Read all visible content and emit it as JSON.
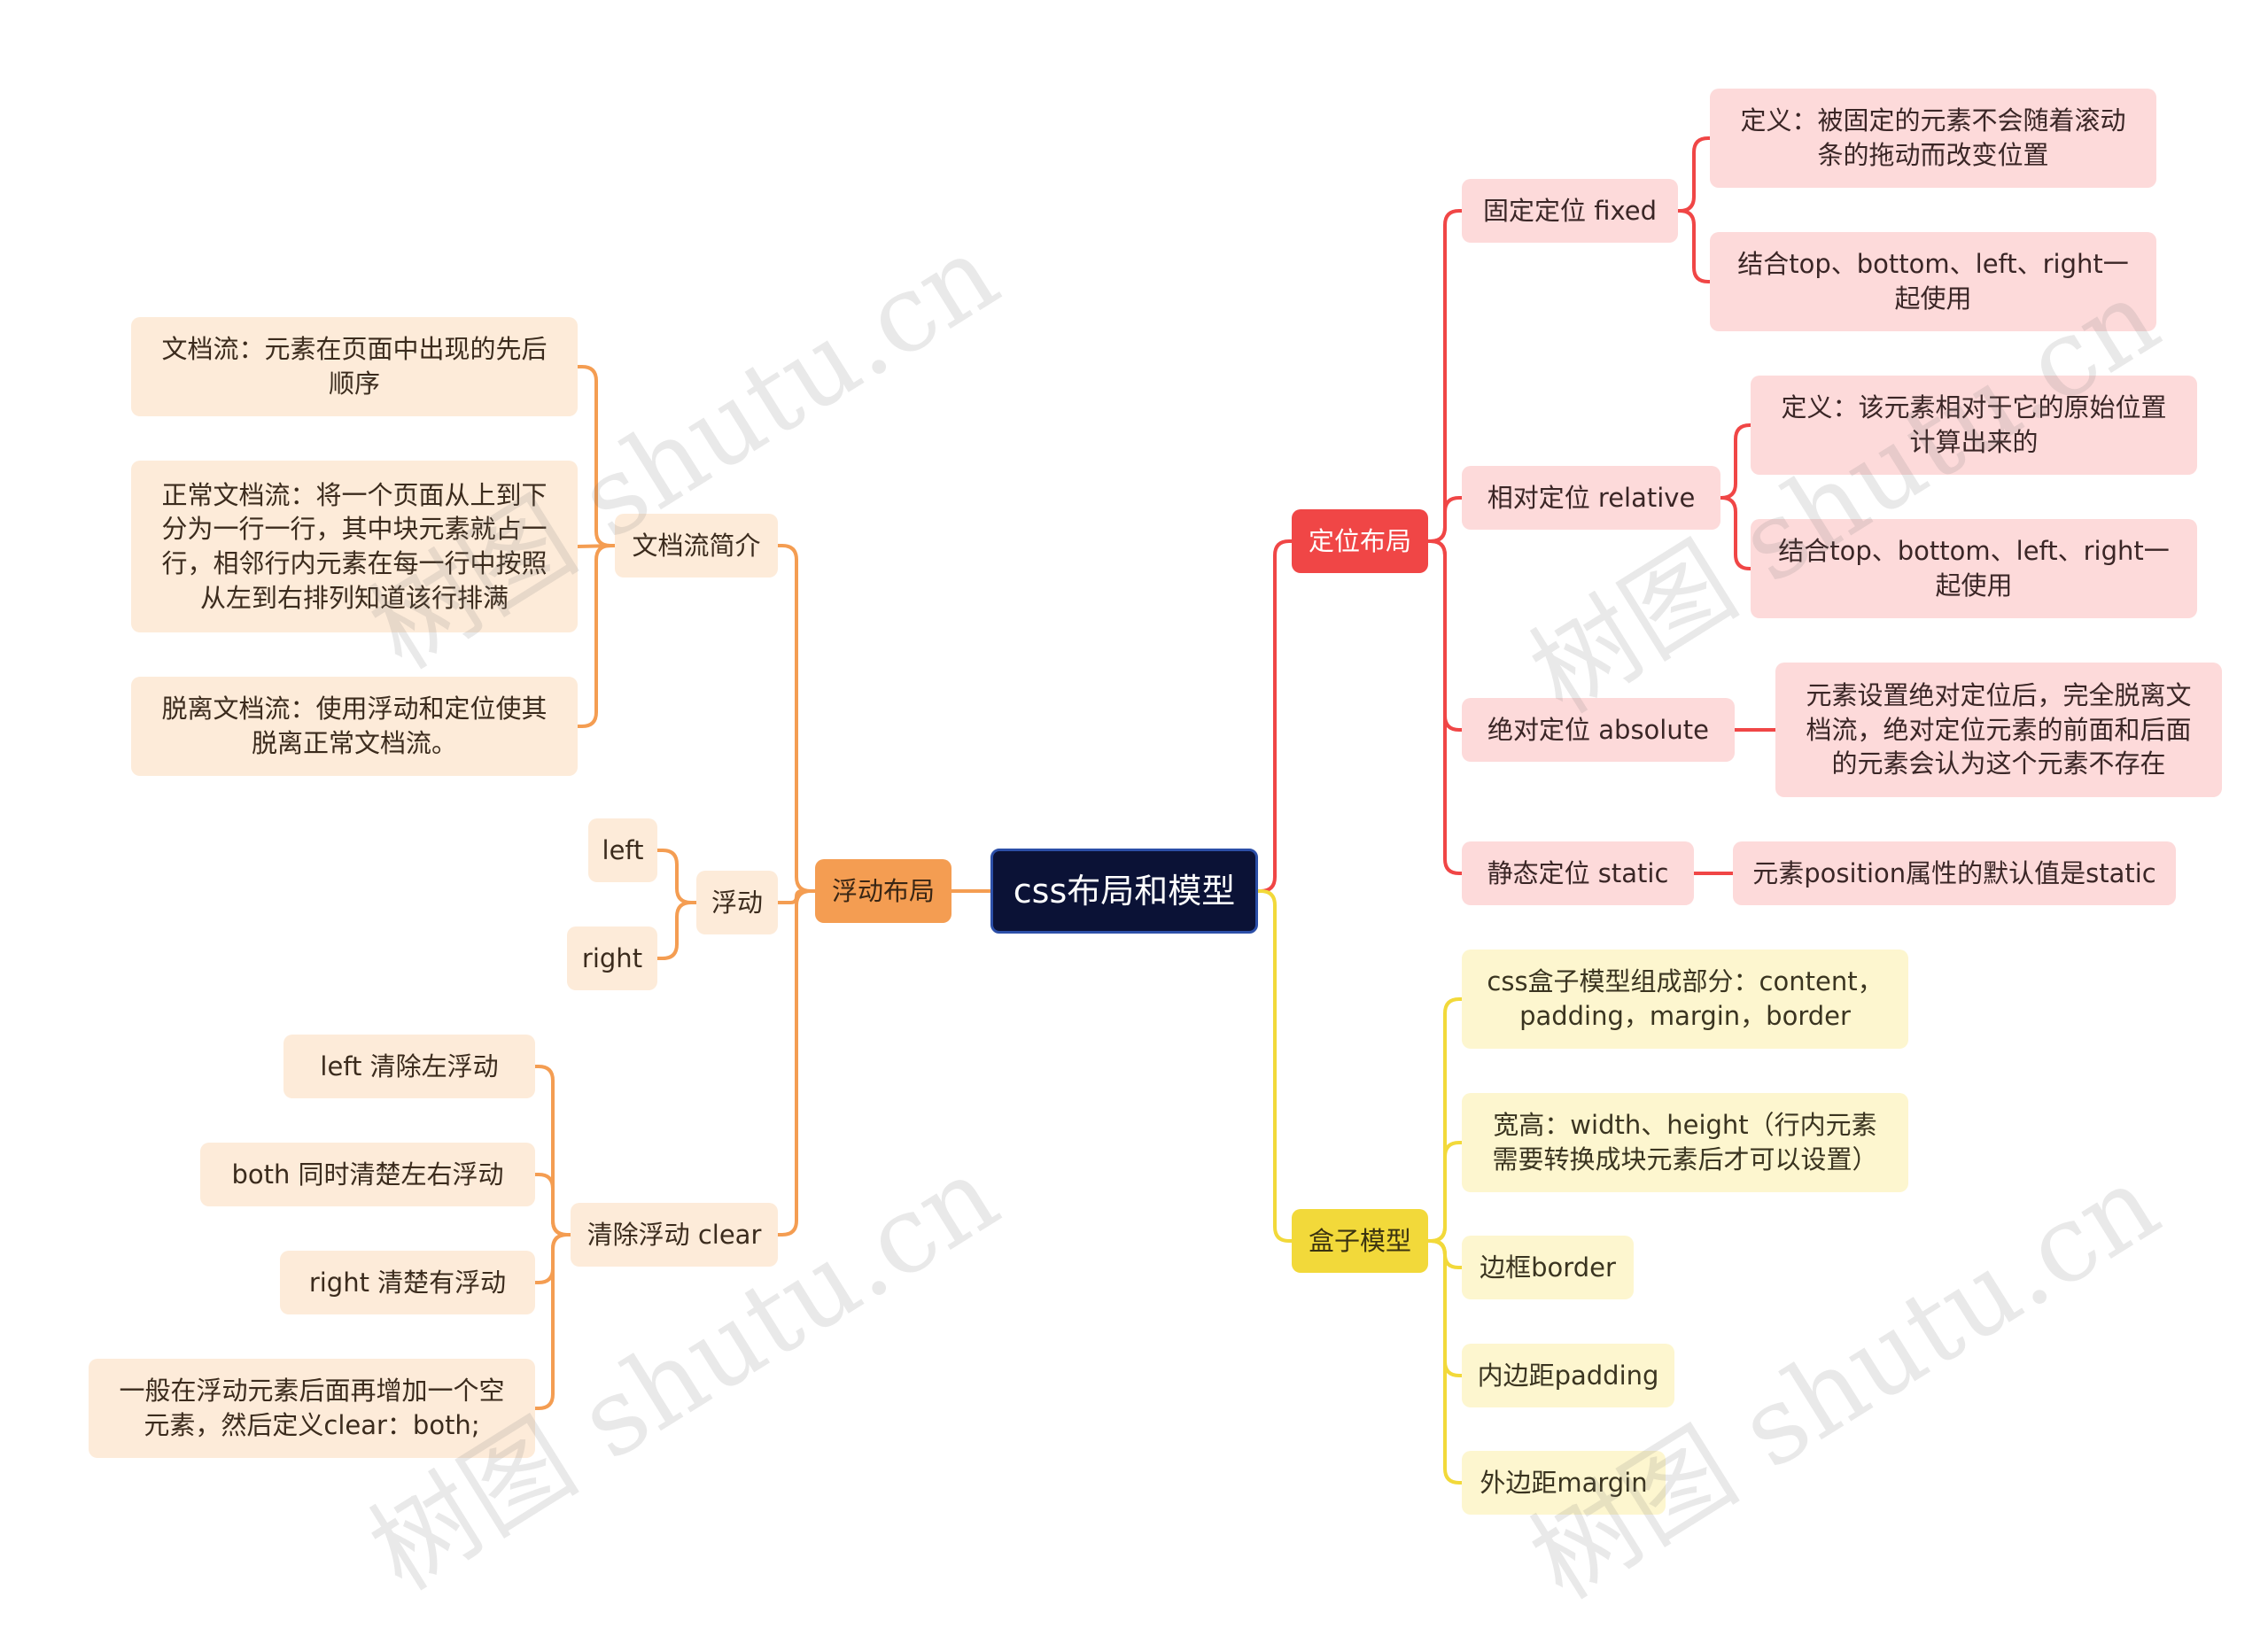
{
  "root": {
    "label": "css布局和模型"
  },
  "branches": {
    "positioning": {
      "label": "定位布局",
      "color": "#f04646",
      "fixed": {
        "label": "固定定位   fixed",
        "definition": "定义：被固定的元素不会随着滚动\n条的拖动而改变位置",
        "usage": "结合top、bottom、left、right一\n起使用"
      },
      "relative": {
        "label": "相对定位   relative",
        "definition": "定义：该元素相对于它的原始位置\n计算出来的",
        "usage": "结合top、bottom、left、right一\n起使用"
      },
      "absolute": {
        "label": "绝对定位   absolute",
        "detail": "元素设置绝对定位后，完全脱离文\n档流，绝对定位元素的前面和后面\n的元素会认为这个元素不存在"
      },
      "static": {
        "label": "静态定位   static",
        "detail": "元素position属性的默认值是static"
      }
    },
    "box": {
      "label": "盒子模型",
      "color": "#f2d93a",
      "items": [
        "css盒子模型组成部分：content，\npadding，margin，border",
        "宽高：width、height（行内元素\n需要转换成块元素后才可以设置）",
        "边框border",
        "内边距padding",
        "外边距margin"
      ]
    },
    "float": {
      "label": "浮动布局",
      "color": "#f49d52",
      "docflow": {
        "label": "文档流简介",
        "items": [
          "文档流：元素在页面中出现的先后\n顺序",
          "正常文档流：将一个页面从上到下\n分为一行一行，其中块元素就占一\n行，相邻行内元素在每一行中按照\n从左到右排列知道该行排满",
          "脱离文档流：使用浮动和定位使其\n脱离正常文档流。"
        ]
      },
      "floating": {
        "label": "浮动",
        "items": [
          "left",
          "right"
        ]
      },
      "clear": {
        "label": "清除浮动 clear",
        "items": [
          "left      清除左浮动",
          "both     同时清楚左右浮动",
          "right     清楚有浮动",
          "一般在浮动元素后面再增加一个空\n元素，然后定义clear：both;"
        ]
      }
    }
  },
  "watermark": "树图 shutu.cn"
}
